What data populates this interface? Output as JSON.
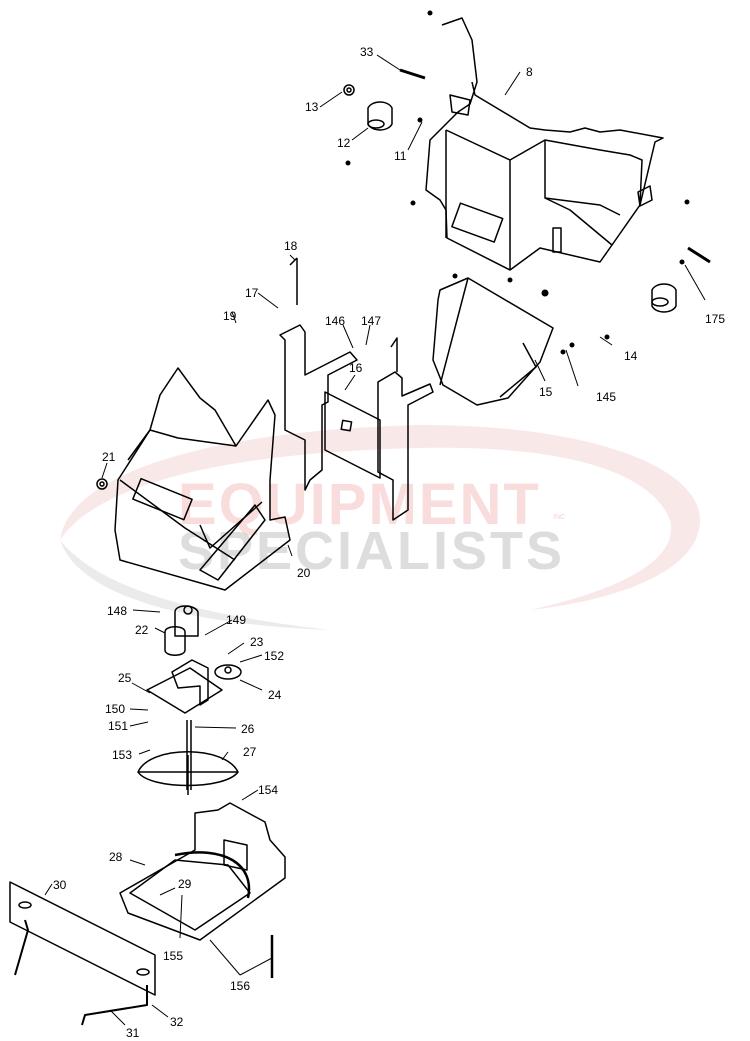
{
  "watermark": {
    "line1": "EQUIPMENT",
    "line2": "SPECIALISTS",
    "suffix": "INC",
    "colors": {
      "red": "#e8a0a0",
      "gray": "#c8c8c8",
      "swoosh": "#f5d5d5"
    }
  },
  "callouts": {
    "c8": "8",
    "c11": "11",
    "c12": "12",
    "c13": "13",
    "c14": "14",
    "c15": "15",
    "c16": "16",
    "c17": "17",
    "c18": "18",
    "c19": "19",
    "c20": "20",
    "c21": "21",
    "c22": "22",
    "c23": "23",
    "c24": "24",
    "c25": "25",
    "c26": "26",
    "c27": "27",
    "c28": "28",
    "c29": "29",
    "c30": "30",
    "c31": "31",
    "c32": "32",
    "c33": "33",
    "c145": "145",
    "c146": "146",
    "c147": "147",
    "c148": "148",
    "c149": "149",
    "c150": "150",
    "c151": "151",
    "c152": "152",
    "c153": "153",
    "c154": "154",
    "c155": "155",
    "c156": "156",
    "c175": "175"
  }
}
